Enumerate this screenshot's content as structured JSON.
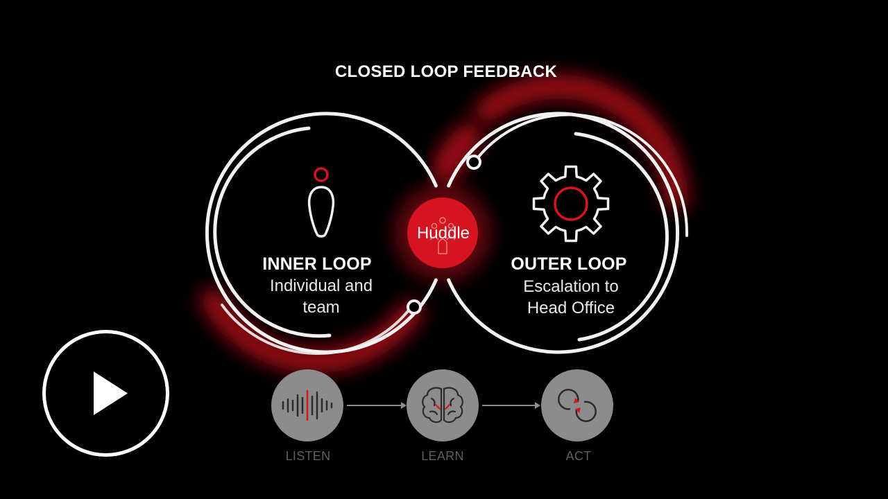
{
  "title": "CLOSED LOOP FEEDBACK",
  "inner_loop": {
    "heading": "INNER LOOP",
    "line1": "Individual and",
    "line2": "team",
    "icon": "person-icon"
  },
  "outer_loop": {
    "heading": "OUTER LOOP",
    "line1": "Escalation to",
    "line2": "Head Office",
    "icon": "gear-icon"
  },
  "huddle": {
    "label": "Huddle",
    "icon": "group-icon"
  },
  "steps": [
    {
      "label": "LISTEN",
      "icon": "soundwave-icon"
    },
    {
      "label": "LEARN",
      "icon": "brain-icon"
    },
    {
      "label": "ACT",
      "icon": "cycle-arrows-icon"
    }
  ],
  "play_button": {
    "icon": "play-icon"
  },
  "colors": {
    "background": "#000000",
    "accent_red": "#d4141e",
    "ring_white": "#f2f2f2",
    "step_circle": "#8c8c8c",
    "step_label": "#5f5f5f"
  }
}
